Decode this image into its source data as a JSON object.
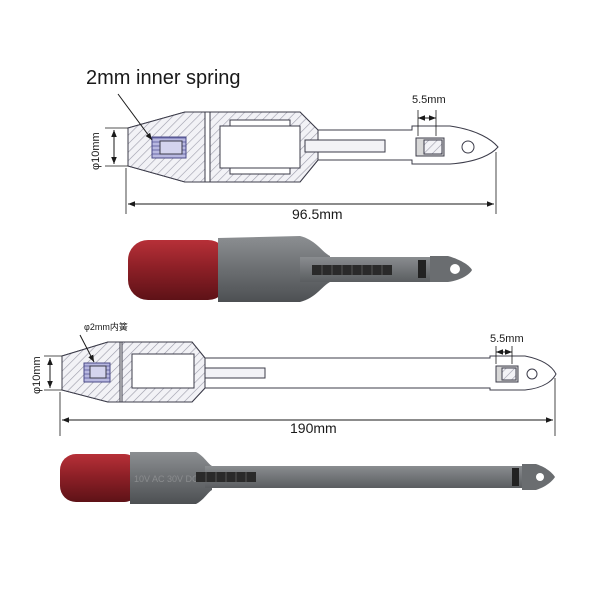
{
  "diagram": {
    "top_drawing": {
      "spring_label": "2mm inner spring",
      "diameter_label": "φ10mm",
      "tip_width_label": "5.5mm",
      "length_label": "96.5mm"
    },
    "bottom_drawing": {
      "spring_label": "φ2mm内簧",
      "diameter_label": "φ10mm",
      "tip_width_label": "5.5mm",
      "length_label": "190mm"
    },
    "product_photos": {
      "short_probe_handle_color": "#8e2027",
      "long_probe_handle_color": "#8e2027",
      "body_color": "#6f7275",
      "long_probe_rating_text": "10V AC 30V DC 1A"
    }
  }
}
